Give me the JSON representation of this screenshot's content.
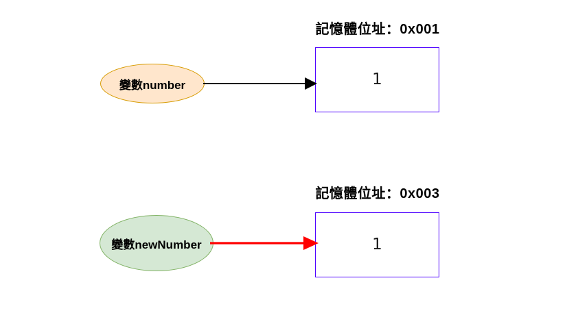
{
  "diagram": {
    "title": "variable-to-memory-address-diagram",
    "background": "#ffffff",
    "colors": {
      "ellipse_orange_fill": "#ffe6cc",
      "ellipse_orange_border": "#d79b00",
      "ellipse_green_fill": "#d5e8d4",
      "ellipse_green_border": "#82b366",
      "box_border": "#4d00ff",
      "arrow_black": "#000000",
      "arrow_red": "#ff0000",
      "text": "#000000"
    },
    "rows": [
      {
        "id": "row-number",
        "variable_label": "變數number",
        "address_label": "記憶體位址：0x001",
        "value": "1",
        "arrow_color": "#000000",
        "ellipse_style": "orange"
      },
      {
        "id": "row-newnumber",
        "variable_label": "變數newNumber",
        "address_label": "記憶體位址：0x003",
        "value": "1",
        "arrow_color": "#ff0000",
        "ellipse_style": "green"
      }
    ]
  }
}
